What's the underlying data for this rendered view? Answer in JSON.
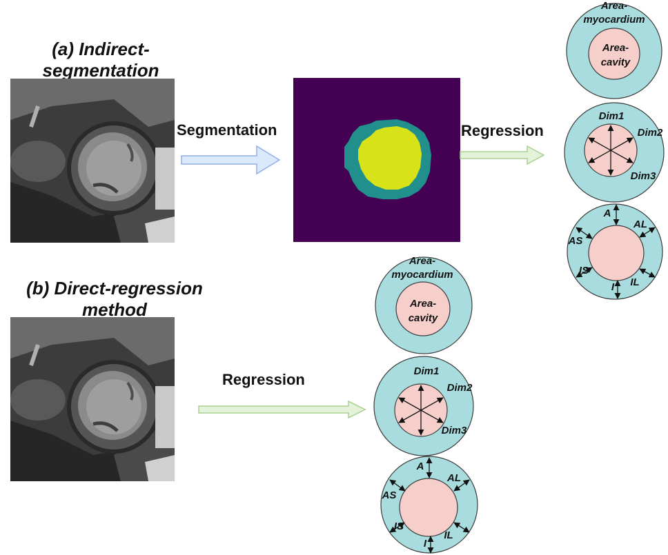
{
  "colors": {
    "myocardium": "#a9dcde",
    "cavity": "#f6cfcb",
    "outline": "#3a3a3a",
    "seg_background": "#440154",
    "seg_myocardium": "#21908d",
    "seg_cavity": "#d8e219",
    "arrow_blue_fill": "#dce8fb",
    "arrow_blue_stroke": "#8fb1e6",
    "arrow_green_fill": "#e3f2d9",
    "arrow_green_stroke": "#a9cf92"
  },
  "method_a": {
    "title_line1": "(a) Indirect-segmentation",
    "title_line2": "method",
    "arrow1_label": "Segmentation",
    "arrow2_label": "Regression"
  },
  "method_b": {
    "title_line1": "(b) Direct-regression",
    "title_line2": "method",
    "arrow_label": "Regression"
  },
  "area_diagram": {
    "myocardium_label_line1": "Area-",
    "myocardium_label_line2": "myocardium",
    "cavity_label_line1": "Area-",
    "cavity_label_line2": "cavity"
  },
  "dimension_diagram": {
    "dim1": "Dim1",
    "dim2": "Dim2",
    "dim3": "Dim3"
  },
  "wall_diagram": {
    "A": "A",
    "AL": "AL",
    "AS": "AS",
    "IS": "IS",
    "IL": "IL",
    "I": "I"
  }
}
